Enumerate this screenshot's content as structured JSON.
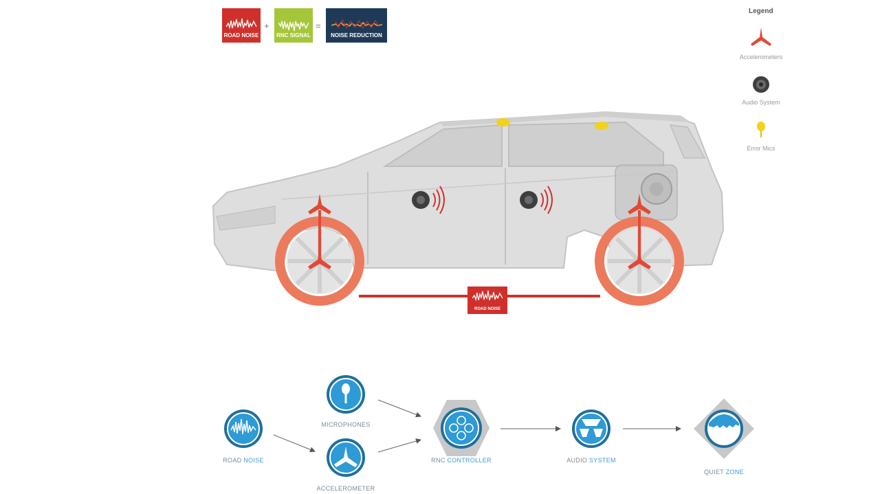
{
  "equation": {
    "road_noise": "ROAD NOISE",
    "rnc_signal": "RNC SIGNAL",
    "noise_reduction": "NOISE REDUCTION",
    "plus": "+",
    "equals": "=",
    "colors": {
      "road_noise": "#d0302b",
      "rnc_signal": "#a6c63a",
      "noise_reduction": "#1f3a57"
    }
  },
  "legend": {
    "title": "Legend",
    "items": [
      {
        "label": "Accelerometers",
        "icon": "accelerometer-icon",
        "color": "#e04a36"
      },
      {
        "label": "Audio System",
        "icon": "speaker-icon",
        "color": "#4a4a4a"
      },
      {
        "label": "Error Mics",
        "icon": "microphone-icon",
        "color": "#f2d21b"
      }
    ]
  },
  "car": {
    "road_noise_badge": "ROAD NOISE",
    "colors": {
      "body": "#dcdcdc",
      "wheel": "#ec7a5c",
      "accent": "#d0302b"
    }
  },
  "flow": {
    "nodes": [
      {
        "label_plain": "ROAD ",
        "label_highlight": "NOISE"
      },
      {
        "label_plain": "MICROPHONES",
        "label_highlight": ""
      },
      {
        "label_plain": "ACCELEROMETER",
        "label_highlight": ""
      },
      {
        "label_plain": "RNC ",
        "label_highlight": "CONTROLLER"
      },
      {
        "label_plain": "AUDIO ",
        "label_highlight": "SYSTEM"
      },
      {
        "label_plain": "QUIET ",
        "label_highlight": "ZONE"
      }
    ],
    "colors": {
      "node": "#2e9ad6",
      "node_ring": "#1f6f9e",
      "text": "#7b8a94",
      "highlight": "#3d9ad1"
    }
  }
}
